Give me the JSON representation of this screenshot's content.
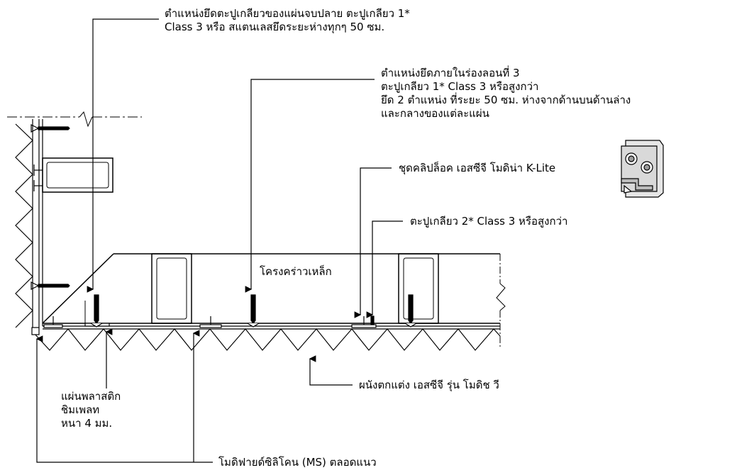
{
  "callouts": {
    "end_fastener": [
      "ตำแหน่งยึดตะปูเกลียวของแผ่นจบปลาย ตะปูเกลียว 1*",
      "Class 3 หรือ สแตนเลสยึดระยะห่างทุกๆ 50 ซม."
    ],
    "groove_fastener": [
      "ตำแหน่งยึดภายในร่องลอนที่ 3",
      "ตะปูเกลียว 1* Class 3 หรือสูงกว่า",
      "ยึด 2 ตำแหน่ง ที่ระยะ 50 ซม. ห่างจากด้านบนด้านล่าง",
      "และกลางของแต่ละแผ่น"
    ],
    "clip_set": "ชุดคลิปล็อค เอสซีจี โมดิน่า K-Lite",
    "screw_2": "ตะปูเกลียว 2* Class 3 หรือสูงกว่า",
    "steel_frame": "โครงคร่าวเหล็ก",
    "wall_panel": "ผนังตกแต่ง เอสซีจี รุ่น โมดิช วี",
    "plastic_shim": [
      "แผ่นพลาสติก",
      "ชิมเพลท",
      "หนา 4 มม."
    ],
    "sealant": "โมดิฟายด์ซิลิโคน (MS) ตลอดแนว"
  },
  "colors": {
    "line": "#000000",
    "background": "#ffffff",
    "clip_fill": "#d9d9d9"
  }
}
